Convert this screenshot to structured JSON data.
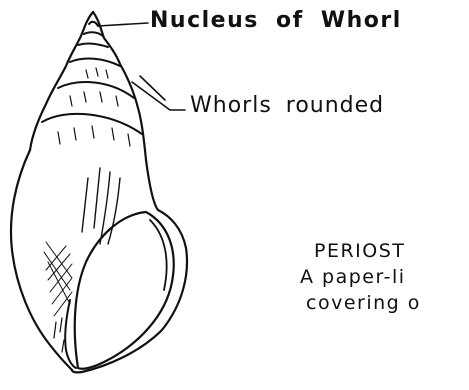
{
  "labels": {
    "nucleus": "Nucleus of Whorl",
    "whorls": "Whorls rounded",
    "periostracum": "PERIOST",
    "paper_like": "A paper-li",
    "covering": "covering o"
  },
  "colors": {
    "ink": "#111111",
    "background": "#ffffff"
  }
}
